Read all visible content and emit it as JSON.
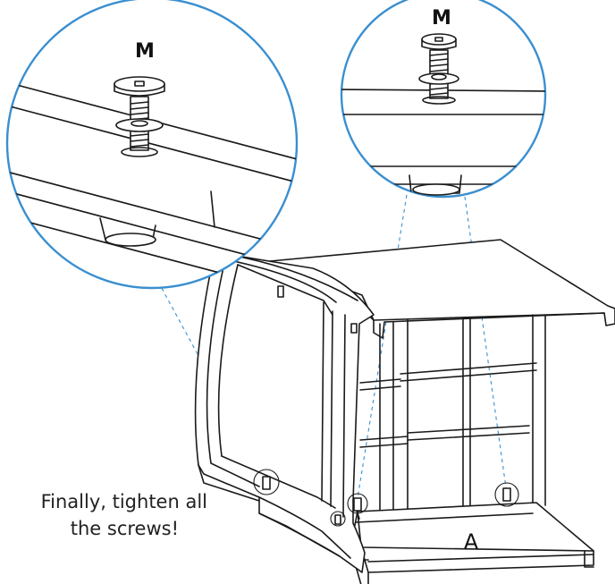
{
  "labels": {
    "screw_left": "M",
    "screw_right": "M",
    "part": "A"
  },
  "instruction": {
    "line1": "Finally, tighten all",
    "line2": "the screws!"
  },
  "colors": {
    "callout": "#3a8fd0",
    "ink": "#1a1a1a"
  }
}
